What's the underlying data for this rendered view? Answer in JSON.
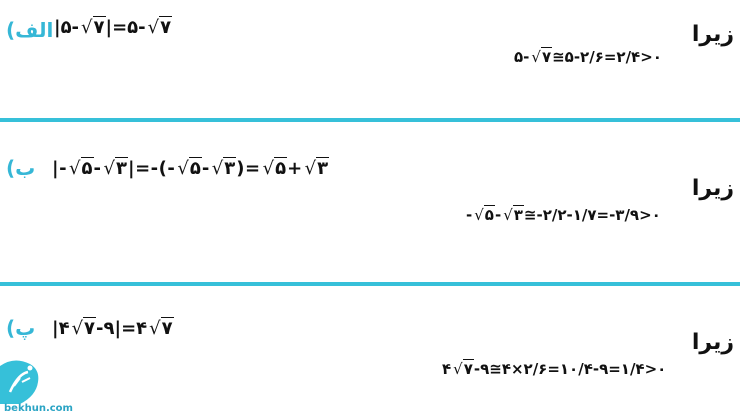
{
  "sections": [
    {
      "label": "الف)",
      "equation": "|۵-√۷|=۵-√۷",
      "because": "زیرا",
      "reason": "۵-√۷≅۵-۲/۶=۲/۴>۰"
    },
    {
      "label": "ب)",
      "equation": "|-√۵-√۳|=-(-√۵-√۳)=√۵+√۳",
      "because": "زیرا",
      "reason": "-√۵-√۳≅-۲/۲-۱/۷=-۳/۹>۰"
    },
    {
      "label": "پ)",
      "equation": "|۴√۷-۹|=۴√۷",
      "because": "زیرا",
      "reason": "۴√۷-۹≅۴×۲/۶=۱۰/۴-۹=۱/۴>۰"
    }
  ],
  "logo": {
    "text": "bekhun.com",
    "accent": "#36c0d9"
  }
}
